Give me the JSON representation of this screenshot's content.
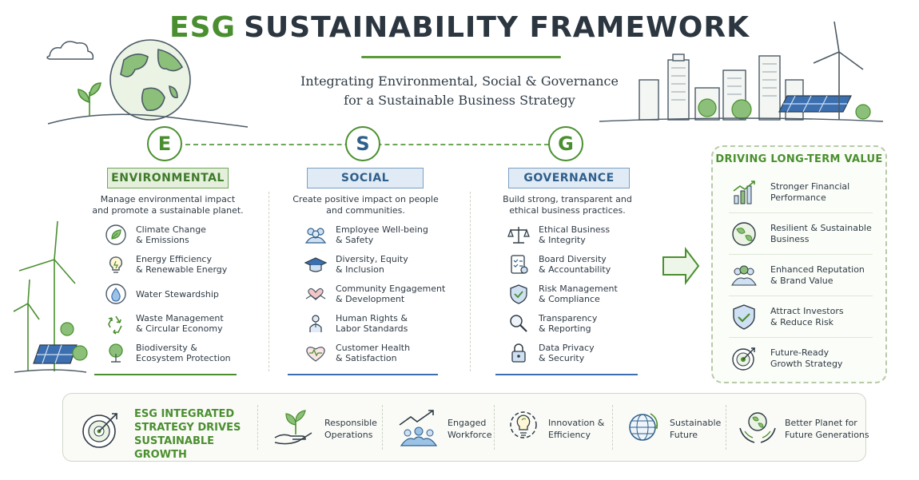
{
  "header": {
    "title_accent": "ESG",
    "title_rest": "SUSTAINABILITY FRAMEWORK",
    "subtitle_line1": "Integrating Environmental, Social & Governance",
    "subtitle_line2": "for a Sustainable Business Strategy"
  },
  "colors": {
    "green": "#4a8f2f",
    "blue": "#2f5f8c",
    "text": "#2f3b45"
  },
  "pillars": [
    {
      "letter": "E",
      "title": "ENVIRONMENTAL",
      "description_line1": "Manage environmental impact",
      "description_line2": "and promote a sustainable planet.",
      "items": [
        {
          "icon": "leaf-icon",
          "line1": "Climate Change",
          "line2": "& Emissions"
        },
        {
          "icon": "lightbulb-icon",
          "line1": "Energy Efficiency",
          "line2": "& Renewable Energy"
        },
        {
          "icon": "water-drop-icon",
          "line1": "Water Stewardship",
          "line2": ""
        },
        {
          "icon": "recycle-icon",
          "line1": "Waste Management",
          "line2": "& Circular Economy"
        },
        {
          "icon": "tree-icon",
          "line1": "Biodiversity &",
          "line2": "Ecosystem Protection"
        }
      ]
    },
    {
      "letter": "S",
      "title": "SOCIAL",
      "description_line1": "Create positive impact on people",
      "description_line2": "and communities.",
      "items": [
        {
          "icon": "people-icon",
          "line1": "Employee Well-being",
          "line2": "& Safety"
        },
        {
          "icon": "graduation-cap-icon",
          "line1": "Diversity, Equity",
          "line2": "& Inclusion"
        },
        {
          "icon": "handshake-heart-icon",
          "line1": "Community Engagement",
          "line2": "& Development"
        },
        {
          "icon": "person-icon",
          "line1": "Human Rights &",
          "line2": "Labor Standards"
        },
        {
          "icon": "heart-pulse-icon",
          "line1": "Customer Health",
          "line2": "& Satisfaction"
        }
      ]
    },
    {
      "letter": "G",
      "title": "GOVERNANCE",
      "description_line1": "Build strong, transparent and",
      "description_line2": "ethical business practices.",
      "items": [
        {
          "icon": "scales-icon",
          "line1": "Ethical Business",
          "line2": "& Integrity"
        },
        {
          "icon": "checklist-icon",
          "line1": "Board Diversity",
          "line2": "& Accountability"
        },
        {
          "icon": "shield-check-icon",
          "line1": "Risk Management",
          "line2": "& Compliance"
        },
        {
          "icon": "magnifier-icon",
          "line1": "Transparency",
          "line2": "& Reporting"
        },
        {
          "icon": "padlock-icon",
          "line1": "Data Privacy",
          "line2": "& Security"
        }
      ]
    }
  ],
  "value": {
    "title": "DRIVING LONG-TERM VALUE",
    "items": [
      {
        "icon": "bar-chart-icon",
        "line1": "Stronger Financial",
        "line2": "Performance"
      },
      {
        "icon": "globe-icon",
        "line1": "Resilient & Sustainable",
        "line2": "Business"
      },
      {
        "icon": "group-icon",
        "line1": "Enhanced Reputation",
        "line2": "& Brand Value"
      },
      {
        "icon": "shield-check-icon",
        "line1": "Attract Investors",
        "line2": "& Reduce Risk"
      },
      {
        "icon": "target-icon",
        "line1": "Future-Ready",
        "line2": "Growth Strategy"
      }
    ]
  },
  "bottom": {
    "title_line1": "ESG INTEGRATED",
    "title_line2": "STRATEGY DRIVES",
    "title_line3": "SUSTAINABLE GROWTH",
    "items": [
      {
        "icon": "hand-plant-icon",
        "line1": "Responsible",
        "line2": "Operations"
      },
      {
        "icon": "growth-people-icon",
        "line1": "Engaged",
        "line2": "Workforce"
      },
      {
        "icon": "gear-bulb-icon",
        "line1": "Innovation &",
        "line2": "Efficiency"
      },
      {
        "icon": "globe-arrows-icon",
        "line1": "Sustainable",
        "line2": "Future"
      },
      {
        "icon": "hands-globe-icon",
        "line1": "Better Planet for",
        "line2": "Future Generations"
      }
    ]
  }
}
